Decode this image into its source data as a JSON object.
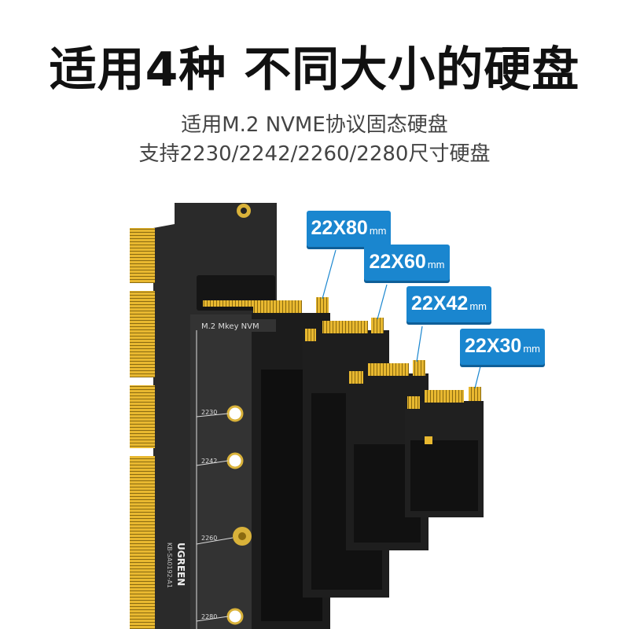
{
  "headline": "适用4种 不同大小的硬盘",
  "subtitle_lines": [
    "适用M.2 NVME协议固态硬盘",
    "支持2230/2242/2260/2280尺寸硬盘"
  ],
  "tags": [
    {
      "size": "22X80",
      "unit": "mm"
    },
    {
      "size": "22X60",
      "unit": "mm"
    },
    {
      "size": "22X42",
      "unit": "mm"
    },
    {
      "size": "22X30",
      "unit": "mm"
    }
  ],
  "board": {
    "slot_label": "M.2  Mkey  NVM",
    "mount_labels": [
      "2230",
      "2242",
      "2260",
      "2280"
    ],
    "brand": "UGREEN",
    "model": "KB-SA0192-A1"
  },
  "colors": {
    "tag_blue": "#1a86cf",
    "pcb": "#222222",
    "gold": "#e8b830"
  }
}
